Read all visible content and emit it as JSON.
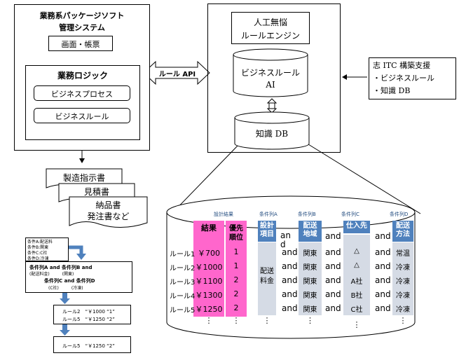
{
  "left_system": {
    "title_line1": "業務系パッケージソフト",
    "title_line2": "管理システム",
    "screen_label": "画面・帳票",
    "logic_title": "業務ロジック",
    "process_label": "ビジネスプロセス",
    "rule_label": "ビジネスルール"
  },
  "api_label": "ルール API",
  "engine": {
    "title_line1": "人工無悩",
    "title_line2": "ルールエンジン",
    "rule_ai_line1": "ビジネスルール",
    "rule_ai_line2": "AI",
    "knowledge_db": "知識 DB"
  },
  "support": {
    "line1": "志 ITC 構築支援",
    "line2": "・ビジネスルール",
    "line3": "・知識 DB"
  },
  "documents": [
    "製造指示書",
    "見積書",
    "納品書",
    "発注書など"
  ],
  "flow": {
    "conditions": [
      "条件A:配送料",
      "条件B:関東",
      "条件C:C社",
      "条件D:冷凍"
    ],
    "expr_line1": "条件列A and 条件列B and",
    "expr_line1_sub": "(配送料金)　　　(関東)",
    "expr_line2": "条件列C and 条件列D",
    "expr_line2_sub": "(C社)　　　(冷凍)",
    "result1_line1": "ルール2　“￥1000 “1”",
    "result1_line2": "ルール5　“￥1250 “2”",
    "result2": "ルール5　“￥1250 “2”"
  },
  "table": {
    "group_headers": [
      "設計結果",
      "条件列A",
      "条件列B",
      "条件列C",
      "条件列D"
    ],
    "col_result": "結果",
    "col_priority_1": "優先",
    "col_priority_2": "順位",
    "col_a_1": "設計",
    "col_a_2": "項目",
    "col_b_1": "配送",
    "col_b_2": "地域",
    "col_c": "仕入先",
    "col_d_1": "配送",
    "col_d_2": "方法",
    "a_value_1": "配送",
    "a_value_2": "料金",
    "and_word": "and",
    "and_split_1": "an",
    "and_split_2": "d",
    "ellipsis": "⋮",
    "rows": [
      {
        "name": "ルール1",
        "result": "￥700",
        "priority": "1",
        "b": "関東",
        "c": "△",
        "d": "常温"
      },
      {
        "name": "ルール2",
        "result": "￥1000",
        "priority": "1",
        "b": "関東",
        "c": "△",
        "d": "冷凍"
      },
      {
        "name": "ルール3",
        "result": "￥1100",
        "priority": "2",
        "b": "関東",
        "c": "A社",
        "d": "冷凍"
      },
      {
        "name": "ルール4",
        "result": "￥1300",
        "priority": "2",
        "b": "関東",
        "c": "B社",
        "d": "冷凍"
      },
      {
        "name": "ルール5",
        "result": "￥1250",
        "priority": "2",
        "b": "関東",
        "c": "C社",
        "d": "冷凍"
      }
    ]
  }
}
